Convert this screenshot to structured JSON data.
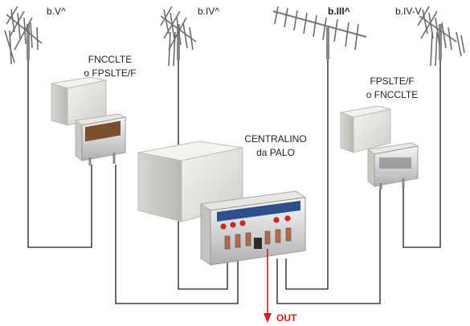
{
  "antennas": [
    {
      "band_label": "b.V^"
    },
    {
      "band_label": "b.IV^"
    },
    {
      "band_label": "b.III^"
    },
    {
      "band_label": "b.IV-V"
    }
  ],
  "filter_left": {
    "line1": "FNCCLTE",
    "line2": "o FPSLTE/F"
  },
  "filter_right": {
    "line1": "FPSLTE/F",
    "line2": "o FNCCLTE"
  },
  "amplifier": {
    "line1": "CENTRALINO",
    "line2": "da PALO"
  },
  "output": {
    "label": "OUT"
  },
  "colors": {
    "cable": "#1a1a1a",
    "output_arrow": "#d81b1b",
    "box_light": "#e9e9e4",
    "box_shadow": "#c9c9c2",
    "panel_blue": "#2d4f8e"
  }
}
